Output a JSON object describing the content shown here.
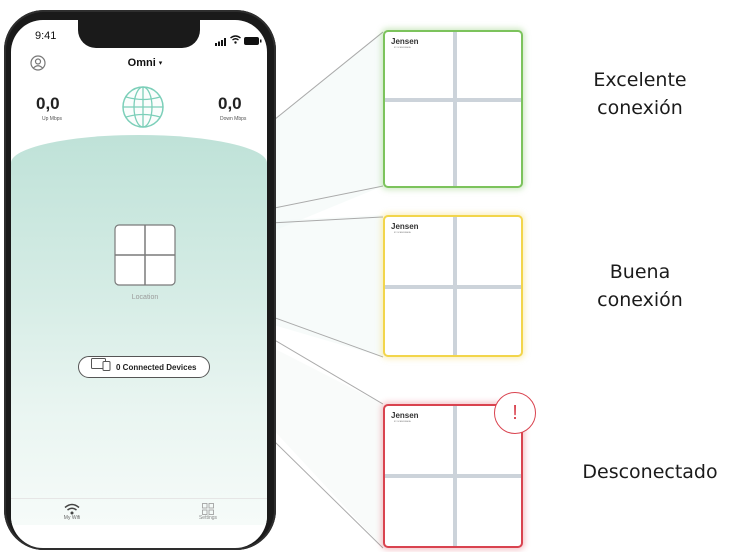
{
  "status_bar": {
    "time": "9:41"
  },
  "app": {
    "network_name": "Omni",
    "up_speed": "0,0",
    "up_label": "Up Mbps",
    "down_speed": "0,0",
    "down_label": "Down Mbps",
    "device_location": "Location",
    "connected_devices": "0 Connected Devices",
    "tabbar": {
      "mywifi": "My Wifi",
      "settings": "Settings"
    }
  },
  "devices": [
    {
      "brand": "Jensen",
      "brand_sub": "BY SCANDINAVIA",
      "status": "Excelente conexión",
      "status_line1": "Excelente",
      "status_line2": "conexión",
      "color": "#7cc35c"
    },
    {
      "brand": "Jensen",
      "brand_sub": "BY SCANDINAVIA",
      "status": "Buena conexión",
      "status_line1": "Buena",
      "status_line2": "conexión",
      "color": "#f2d54b"
    },
    {
      "brand": "Jensen",
      "brand_sub": "BY SCANDINAVIA",
      "status": "Desconectado",
      "status_line1": "Desconectado",
      "status_line2": "",
      "color": "#d9434f",
      "alert": "!"
    }
  ]
}
